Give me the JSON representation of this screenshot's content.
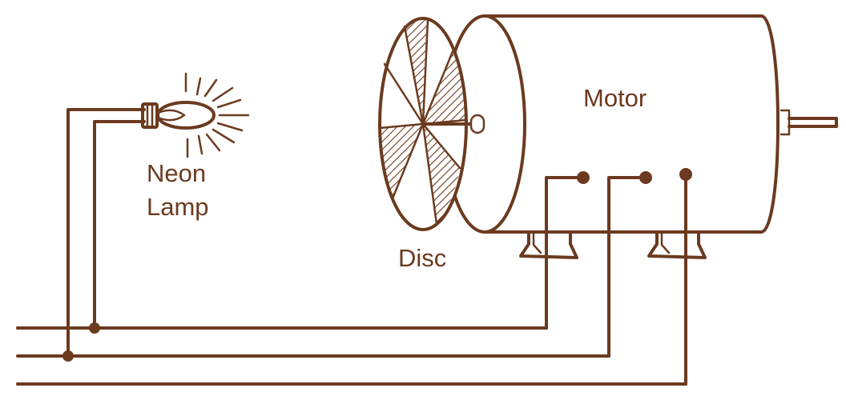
{
  "labels": {
    "motor": "Motor",
    "disc": "Disc",
    "neon_lamp_line1": "Neon",
    "neon_lamp_line2": "Lamp"
  },
  "colors": {
    "ink": "#6b3a1f",
    "background": "#ffffff"
  }
}
